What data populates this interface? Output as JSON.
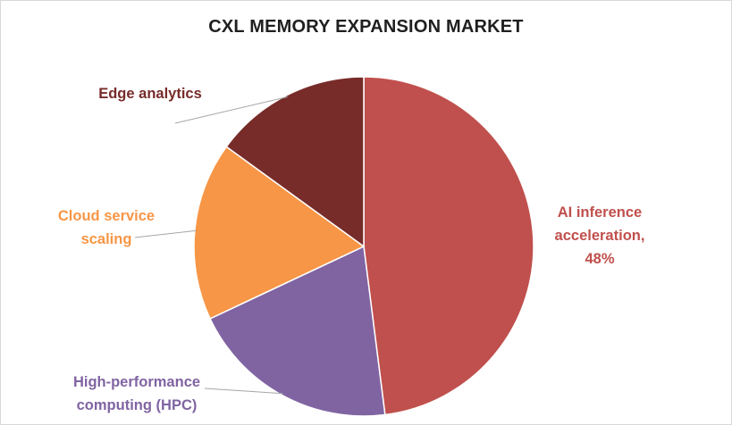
{
  "chart_data": {
    "type": "pie",
    "title": "CXL MEMORY EXPANSION MARKET",
    "slices": [
      {
        "name": "AI inference acceleration",
        "value": 48,
        "label_lines": [
          "AI inference",
          "acceleration,",
          "48%"
        ],
        "color": "#c0504d"
      },
      {
        "name": "High-performance computing (HPC)",
        "value": 20,
        "label_lines": [
          "High-performance",
          "computing (HPC)"
        ],
        "color": "#8064a2"
      },
      {
        "name": "Cloud service scaling",
        "value": 17,
        "label_lines": [
          "Cloud service",
          "scaling"
        ],
        "color": "#f79646"
      },
      {
        "name": "Edge analytics",
        "value": 15,
        "label_lines": [
          "Edge analytics"
        ],
        "color": "#772c2a"
      }
    ]
  }
}
